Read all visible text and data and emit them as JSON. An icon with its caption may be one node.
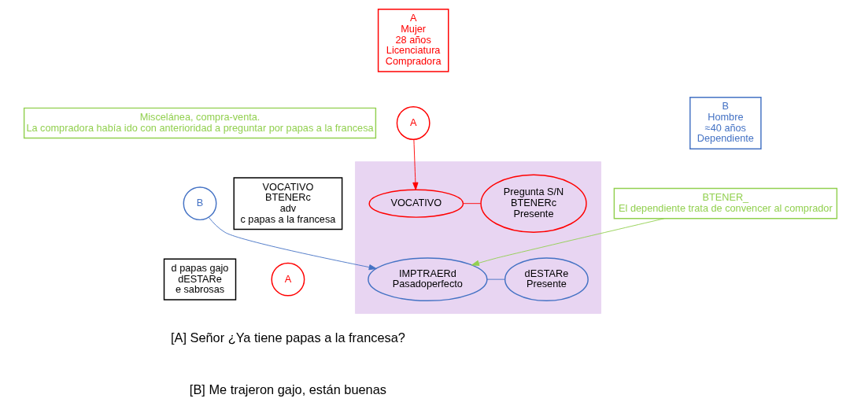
{
  "diagram": {
    "nodes": [
      {
        "text": [
          "A",
          "Mujer",
          "28 años",
          "Licenciatura",
          "Compradora"
        ]
      },
      {
        "text": [],
        "shape": "box"
      },
      {
        "text": [
          "VOCATIVO"
        ],
        "in": 1
      },
      {
        "text": [
          "Pregunta S/N",
          "BTENERc",
          "Presente"
        ],
        "in": 1
      },
      {
        "text": [
          "Miscelánea, compra-venta.",
          "La compradora había ido con anterioridad a preguntar por papas a la francesa"
        ]
      },
      {
        "text": [
          "A"
        ]
      },
      {
        "text": [
          "B"
        ]
      },
      {
        "text": [
          "B",
          "Hombre",
          "≈40 años",
          "Dependiente"
        ]
      },
      {
        "text": [
          "VOCATIVO",
          "BTENERc",
          "adv",
          "c papas a la francesa"
        ]
      },
      {
        "text": [
          "d papas gajo",
          "dESTARe",
          "e sabrosas"
        ]
      },
      {
        "text": [
          "IMPTRAERd",
          "Pasadoperfecto"
        ],
        "in": 1
      },
      {
        "text": [
          "BTENER_",
          "El dependiente trata de convencer al comprador"
        ]
      },
      {
        "text": [
          "dESTARe",
          "Presente"
        ],
        "in": 1
      },
      {
        "text": [
          "A"
        ]
      }
    ],
    "edges": [
      {
        "from": 5,
        "to": 2,
        "arrow": "to",
        "color": "#ff0000"
      },
      {
        "from": 2,
        "to": 3,
        "arrow": "none",
        "color": "#ff0000"
      },
      {
        "from": 6,
        "to": 10,
        "arrow": "to",
        "color": "#4472c4"
      },
      {
        "from": 11,
        "to": 10,
        "arrow": "to",
        "color": "#92d050"
      },
      {
        "from": 10,
        "to": 12,
        "arrow": "none",
        "color": "#4472c4"
      }
    ],
    "labels": [
      "[A] Señor ¿Ya tiene papas a la francesa?",
      "[B] Me trajeron gajo, están buenas"
    ]
  }
}
